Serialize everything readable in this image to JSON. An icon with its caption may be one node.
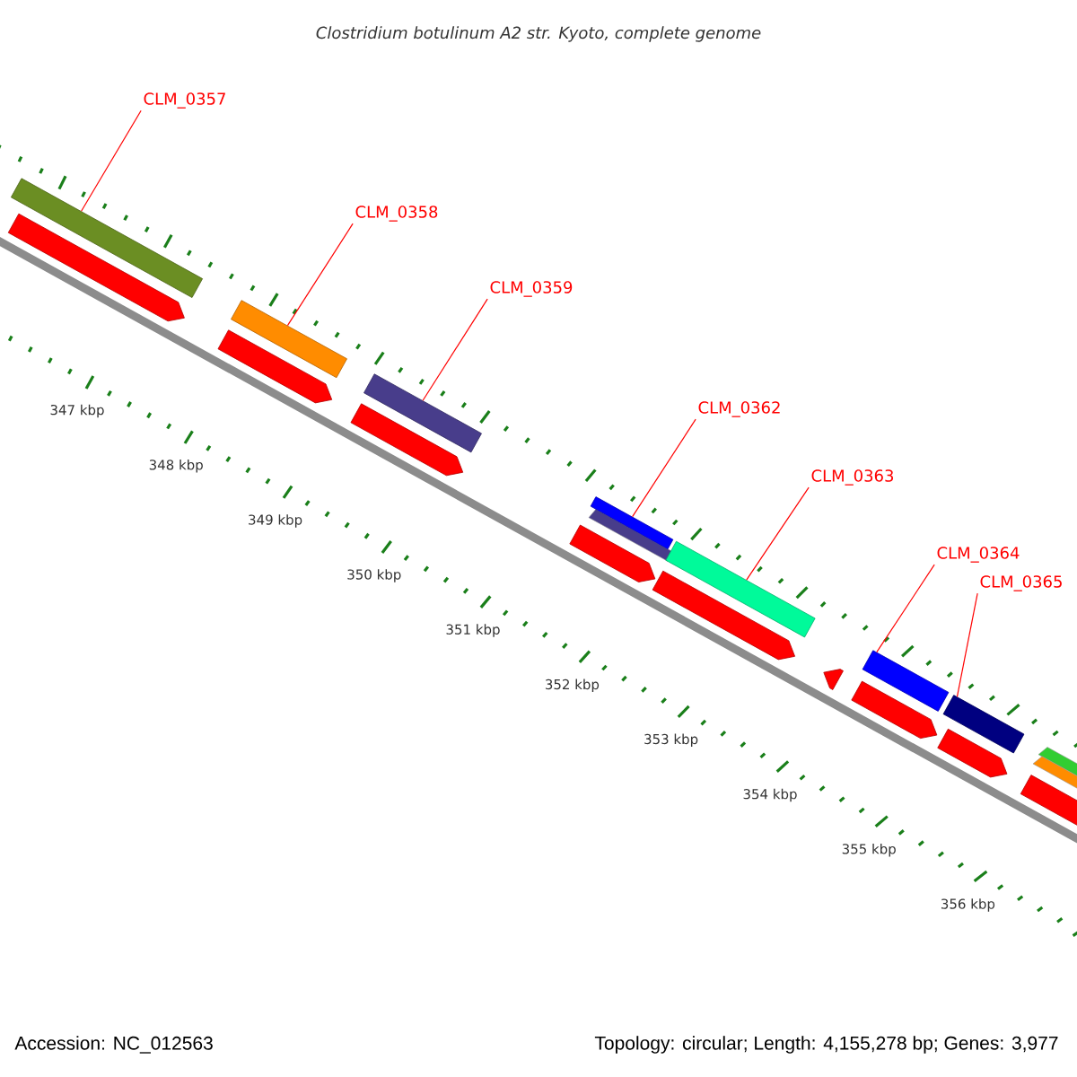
{
  "diagram": {
    "title": "Clostridium botulinum A2 str. Kyoto, complete genome",
    "nodes": [
      {
        "text": [
          "CLM_0357"
        ]
      },
      {
        "text": [
          "CLM_0358"
        ]
      },
      {
        "text": [
          "CLM_0359"
        ]
      },
      {
        "text": [
          "CLM_0362"
        ]
      },
      {
        "text": [
          "CLM_0363"
        ]
      },
      {
        "text": [
          "CLM_0364"
        ]
      },
      {
        "text": [
          "CLM_0365"
        ]
      },
      {
        "text": [],
        "shape": "bar"
      },
      {
        "text": [],
        "shape": "bar"
      },
      {
        "text": [],
        "shape": "bar"
      },
      {
        "text": [],
        "shape": "bar"
      },
      {
        "text": [],
        "shape": "bar"
      },
      {
        "text": [],
        "shape": "bar"
      },
      {
        "text": [],
        "shape": "bar"
      },
      {
        "text": [],
        "shape": "arrow"
      },
      {
        "text": [],
        "shape": "arrow"
      },
      {
        "text": [],
        "shape": "arrow"
      },
      {
        "text": [],
        "shape": "arrow"
      },
      {
        "text": [],
        "shape": "arrow"
      },
      {
        "text": [],
        "shape": "arrow"
      },
      {
        "text": [],
        "shape": "arrow"
      },
      {
        "text": [],
        "shape": "arrow"
      },
      {
        "text": [],
        "shape": "arrow"
      }
    ],
    "edges": [
      {
        "from": 0,
        "to": 7,
        "arrow": "none"
      },
      {
        "from": 1,
        "to": 8,
        "arrow": "none"
      },
      {
        "from": 2,
        "to": 9,
        "arrow": "none"
      },
      {
        "from": 3,
        "to": 10,
        "arrow": "none"
      },
      {
        "from": 4,
        "to": 11,
        "arrow": "none"
      },
      {
        "from": 5,
        "to": 12,
        "arrow": "none"
      },
      {
        "from": 6,
        "to": 13,
        "arrow": "none"
      }
    ],
    "labels": [
      "347 kbp",
      "348 kbp",
      "349 kbp",
      "350 kbp",
      "351 kbp",
      "352 kbp",
      "353 kbp",
      "354 kbp",
      "355 kbp",
      "356 kbp",
      "Accession: NC_012563",
      "Topology: circular; Length: 4,155,278 bp; Genes: 3,977"
    ]
  }
}
